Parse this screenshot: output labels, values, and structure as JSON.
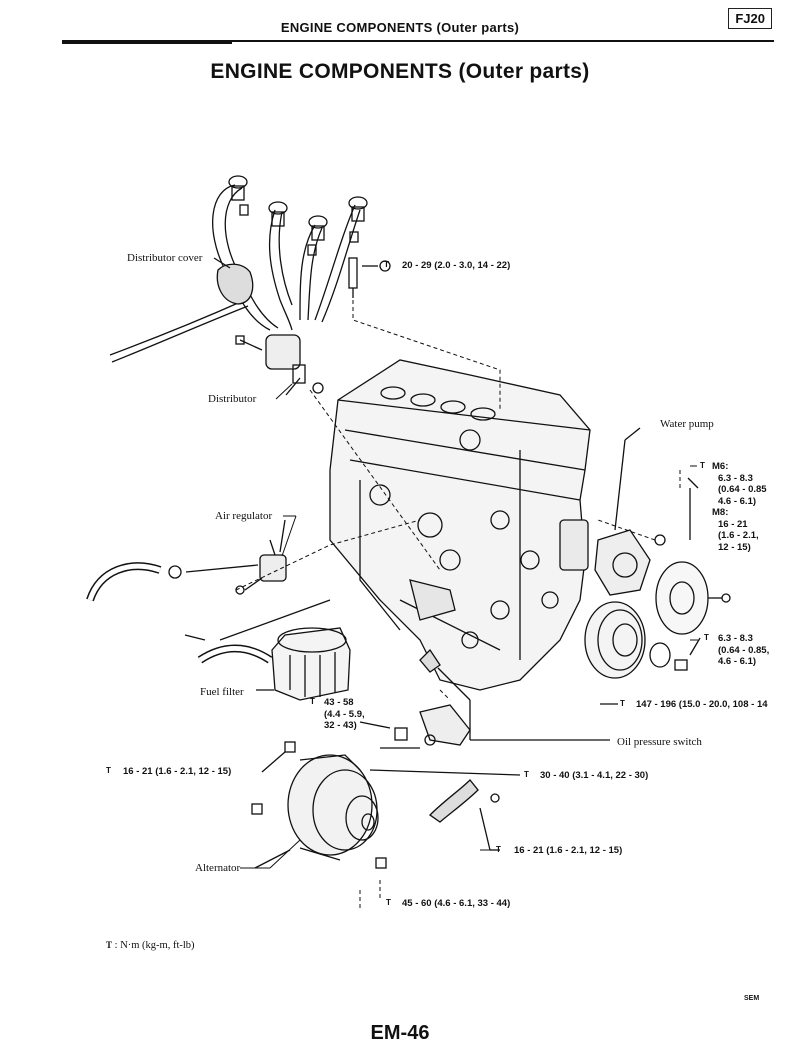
{
  "header": {
    "title": "ENGINE COMPONENTS (Outer parts)",
    "tag": "FJ20"
  },
  "main_title": "ENGINE COMPONENTS (Outer parts)",
  "labels": {
    "distributor_cover": "Distributor cover",
    "distributor": "Distributor",
    "air_regulator": "Air regulator",
    "fuel_filter": "Fuel filter",
    "alternator": "Alternator",
    "water_pump": "Water pump",
    "oil_pressure_switch": "Oil pressure switch"
  },
  "torque": {
    "spark_plug": "20 - 29 (2.0 - 3.0, 14 - 22)",
    "water_pump_m6_title": "M6:",
    "water_pump_m6": [
      "6.3 - 8.3",
      "(0.64 - 0.85",
      "4.6 - 6.1)"
    ],
    "water_pump_m8_title": "M8:",
    "water_pump_m8": [
      "16 - 21",
      "(1.6 - 2.1,",
      "12 - 15)"
    ],
    "pulley_bolt": [
      "6.3 - 8.3",
      "(0.64 - 0.85,",
      "4.6 - 6.1)"
    ],
    "crank_pulley": "147 - 196 (15.0 - 20.0, 108 - 14",
    "fuel_filter": [
      "43 - 58",
      "(4.4 - 5.9,",
      "32 - 43)"
    ],
    "alternator_top": "16 - 21 (1.6 - 2.1, 12 - 15)",
    "bracket": "30 - 40 (3.1 - 4.1, 22 - 30)",
    "adjust_bar": "16 - 21 (1.6 - 2.1, 12 - 15)",
    "alternator_bottom": "45 - 60 (4.6 - 6.1, 33 - 44)"
  },
  "torque_symbol": "T",
  "legend": "N·m (kg-m, ft-lb)",
  "page_number": "EM-46",
  "corner_code": "SEM"
}
